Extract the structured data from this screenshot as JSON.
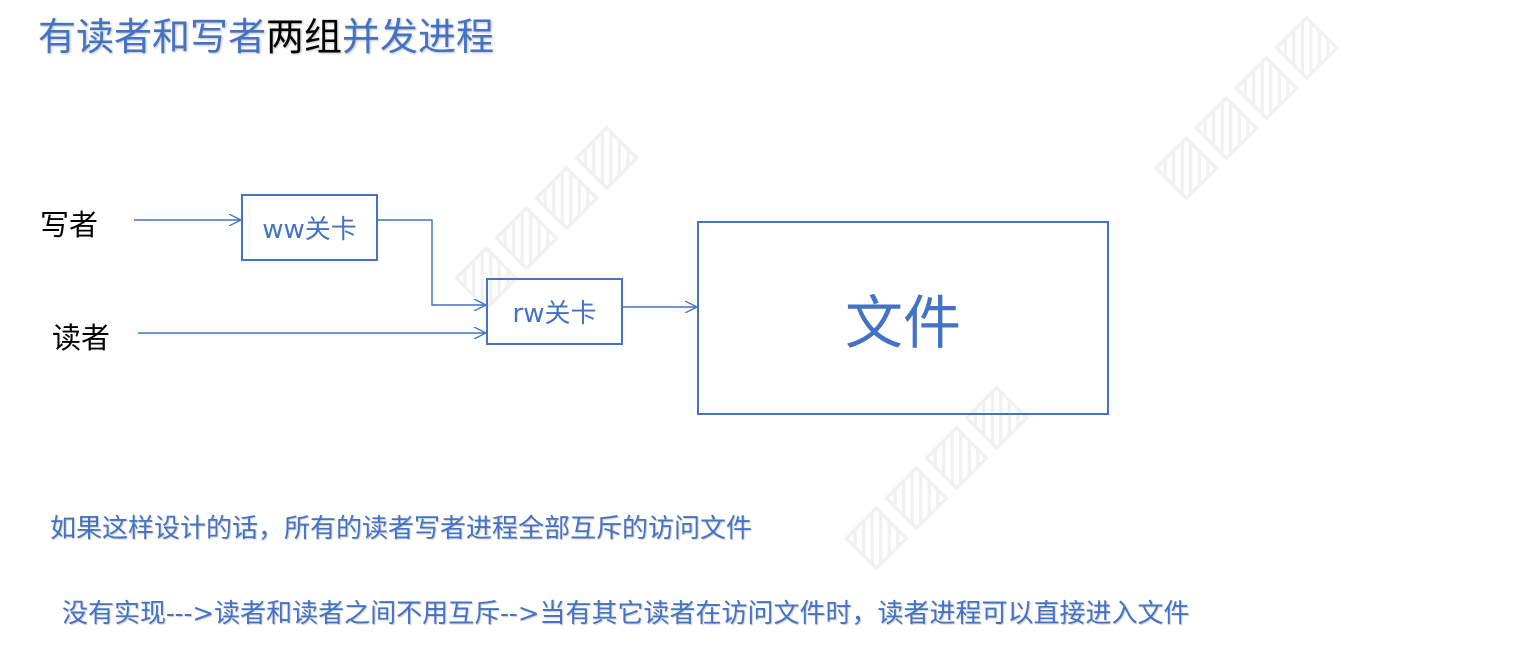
{
  "title": {
    "part1": "有读者和写者",
    "part2": "两组",
    "part3": "并发进程"
  },
  "diagram": {
    "writer_label": "写者",
    "reader_label": "读者",
    "ww_gate": "ww关卡",
    "rw_gate": "rw关卡",
    "file": "文件"
  },
  "notes": {
    "line1": "如果这样设计的话，所有的读者写者进程全部互斥的访问文件",
    "line2": "没有实现--->读者和读者之间不用互斥-->当有其它读者在访问文件时，读者进程可以直接进入文件"
  },
  "colors": {
    "accent": "#4472c4",
    "text": "#000000"
  }
}
